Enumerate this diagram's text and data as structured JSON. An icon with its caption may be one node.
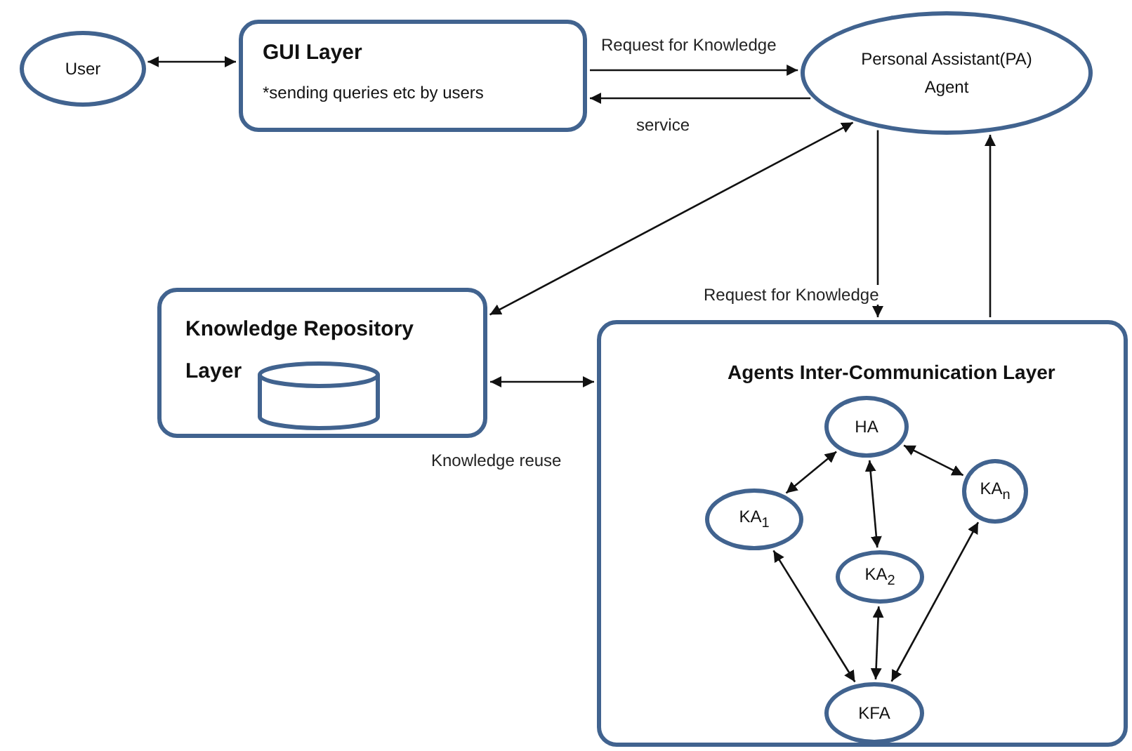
{
  "diagram": {
    "nodes": [
      {
        "text": [
          "User"
        ]
      },
      {
        "text": [
          "GUI Layer",
          "*sending queries etc by users"
        ]
      },
      {
        "text": [
          "Personal Assistant(PA) Agent"
        ]
      },
      {
        "text": [
          "Knowledge Repository Layer"
        ]
      },
      {
        "text": [
          "Agents Inter-Communication Layer"
        ]
      },
      {
        "text": [
          "HA"
        ],
        "in": 4
      },
      {
        "text": [
          "KA$_{1}$"
        ],
        "in": 4
      },
      {
        "text": [
          "KA$_{n}$"
        ],
        "in": 4
      },
      {
        "text": [
          "KA$_{2}$"
        ],
        "in": 4
      },
      {
        "text": [
          "KFA"
        ],
        "in": 4
      }
    ],
    "edges": [
      {
        "from": 0,
        "to": 1,
        "arrow": "both"
      },
      {
        "from": 1,
        "to": 2,
        "arrow": "to",
        "label": "Request for Knowledge"
      },
      {
        "from": 2,
        "to": 1,
        "arrow": "to",
        "label": "service"
      },
      {
        "from": 2,
        "to": 3,
        "arrow": "both"
      },
      {
        "from": 3,
        "to": 4,
        "arrow": "both",
        "label": "Knowledge reuse"
      },
      {
        "from": 2,
        "to": 4,
        "arrow": "to",
        "label": "Request for Knowledge"
      },
      {
        "from": 4,
        "to": 2,
        "arrow": "to"
      },
      {
        "from": 5,
        "to": 6,
        "arrow": "both"
      },
      {
        "from": 5,
        "to": 7,
        "arrow": "both"
      },
      {
        "from": 5,
        "to": 8,
        "arrow": "both"
      },
      {
        "from": 6,
        "to": 9,
        "arrow": "both"
      },
      {
        "from": 8,
        "to": 9,
        "arrow": "both"
      },
      {
        "from": 7,
        "to": 9,
        "arrow": "both"
      }
    ]
  }
}
